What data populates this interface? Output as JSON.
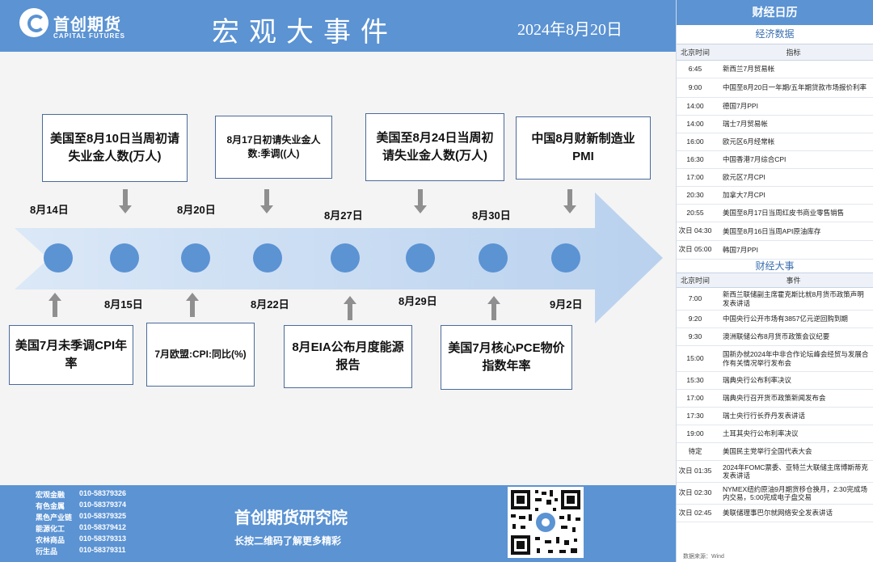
{
  "header": {
    "logo_cn": "首创期货",
    "logo_en": "CAPITAL FUTURES",
    "title": "宏观大事件",
    "date": "2024年8月20日"
  },
  "timeline": {
    "top_events": [
      {
        "text": "美国至8月10日当周初请失业金人数(万人)"
      },
      {
        "text": "8月17日初请失业金人数:季调((人)"
      },
      {
        "text": "美国至8月24日当周初请失业金人数(万人)"
      },
      {
        "text": "中国8月财新制造业PMI"
      }
    ],
    "bottom_events": [
      {
        "text": "美国7月未季调CPI年率"
      },
      {
        "text": "7月欧盟:CPI:同比(%)"
      },
      {
        "text": "8月EIA公布月度能源报告"
      },
      {
        "text": "美国7月核心PCE物价指数年率"
      }
    ],
    "dates_above": [
      "8月14日",
      "8月20日",
      "8月27日",
      "8月30日"
    ],
    "dates_below": [
      "8月15日",
      "8月22日",
      "8月29日",
      "9月2日"
    ]
  },
  "footer": {
    "contacts": [
      {
        "dept": "宏观金融",
        "phone": "010-58379326"
      },
      {
        "dept": "有色金属",
        "phone": "010-58379374"
      },
      {
        "dept": "黑色产业链",
        "phone": "010-58379325"
      },
      {
        "dept": "能源化工",
        "phone": "010-58379412"
      },
      {
        "dept": "农林商品",
        "phone": "010-58379313"
      },
      {
        "dept": "衍生品",
        "phone": "010-58379311"
      }
    ],
    "title": "首创期货研究院",
    "subtitle": "长按二维码了解更多精彩"
  },
  "calendar": {
    "header": "财经日历",
    "econ_title": "经济数据",
    "econ_col_time": "北京时间",
    "econ_col_name": "指标",
    "econ_rows": [
      {
        "time": "6:45",
        "event": "新西兰7月贸易帐"
      },
      {
        "time": "9:00",
        "event": "中国至8月20日一年期/五年期贷款市场报价利率"
      },
      {
        "time": "14:00",
        "event": "德国7月PPI"
      },
      {
        "time": "14:00",
        "event": "瑞士7月贸易帐"
      },
      {
        "time": "16:00",
        "event": "欧元区6月经常帐"
      },
      {
        "time": "16:30",
        "event": "中国香港7月综合CPI"
      },
      {
        "time": "17:00",
        "event": "欧元区7月CPI"
      },
      {
        "time": "20:30",
        "event": "加拿大7月CPI"
      },
      {
        "time": "20:55",
        "event": "美国至8月17日当周红皮书商业零售销售"
      },
      {
        "time": "次日 04:30",
        "event": "美国至8月16日当周API原油库存"
      },
      {
        "time": "次日 05:00",
        "event": "韩国7月PPI"
      }
    ],
    "events_title": "财经大事",
    "events_col_time": "北京时间",
    "events_col_name": "事件",
    "event_rows": [
      {
        "time": "7:00",
        "event": "新西兰联储副主席霍克斯比就8月货币政策声明发表讲话"
      },
      {
        "time": "9:20",
        "event": "中国央行公开市场有3857亿元逆回购到期"
      },
      {
        "time": "9:30",
        "event": "澳洲联储公布8月货币政策会议纪要"
      },
      {
        "time": "15:00",
        "event": "国新办就2024年中非合作论坛峰会经贸与发展合作有关情况举行发布会"
      },
      {
        "time": "15:30",
        "event": "瑞典央行公布利率决议"
      },
      {
        "time": "17:00",
        "event": "瑞典央行召开货币政策新闻发布会"
      },
      {
        "time": "17:30",
        "event": "瑞士央行行长乔丹发表讲话"
      },
      {
        "time": "19:00",
        "event": "土耳其央行公布利率决议"
      },
      {
        "time": "待定",
        "event": "美国民主党举行全国代表大会"
      },
      {
        "time": "次日 01:35",
        "event": "2024年FOMC票委、亚特兰大联储主席博斯蒂克发表讲话"
      },
      {
        "time": "次日 02:30",
        "event": "NYMEX纽约原油9月期货移仓换月，2:30完成场内交易，5:00完成电子盘交易"
      },
      {
        "time": "次日 02:45",
        "event": "美联储理事巴尔就网络安全发表讲话"
      }
    ],
    "source": "数据来源：Wind"
  }
}
